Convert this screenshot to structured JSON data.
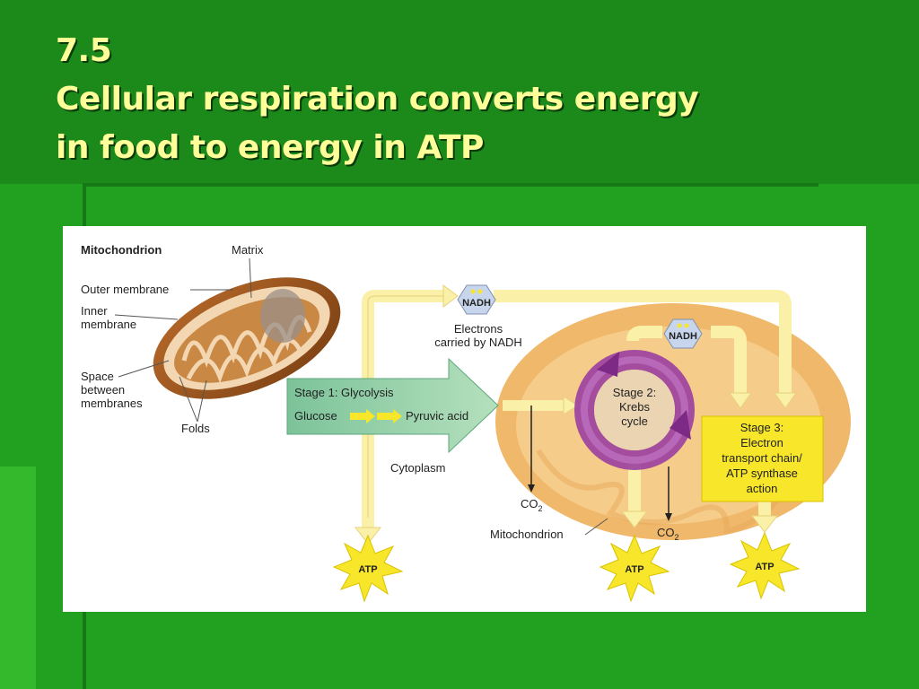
{
  "slide": {
    "number": "7.5",
    "title_line1": "Cellular respiration converts energy",
    "title_line2": "in food to energy in ATP"
  },
  "diagram": {
    "mitochondrion_title": "Mitochondrion",
    "matrix": "Matrix",
    "outer_membrane": "Outer membrane",
    "inner_membrane_1": "Inner",
    "inner_membrane_2": "membrane",
    "space_1": "Space",
    "space_2": "between",
    "space_3": "membranes",
    "folds": "Folds",
    "nadh": "NADH",
    "electrons_1": "Electrons",
    "electrons_2": "carried by NADH",
    "stage1_title": "Stage 1: Glycolysis",
    "glucose": "Glucose",
    "pyruvic_acid": "Pyruvic acid",
    "cytoplasm": "Cytoplasm",
    "stage2_1": "Stage 2:",
    "stage2_2": "Krebs",
    "stage2_3": "cycle",
    "stage3_1": "Stage 3:",
    "stage3_2": "Electron",
    "stage3_3": "transport chain/",
    "stage3_4": "ATP synthase",
    "stage3_5": "action",
    "co2": "CO",
    "co2_sub": "2",
    "mitochondrion_label": "Mitochondrion",
    "atp": "ATP"
  },
  "colors": {
    "slide_green": "#1b8a1b",
    "title_yellow": "#ffff99",
    "mito_orange": "#f1c27d",
    "arrow_cream": "#fbf0a8",
    "stage1_green": "#86c9a0",
    "krebs_purple": "#9b3fa0",
    "stage3_yellow": "#f7e629",
    "atp_star": "#f7e629"
  }
}
